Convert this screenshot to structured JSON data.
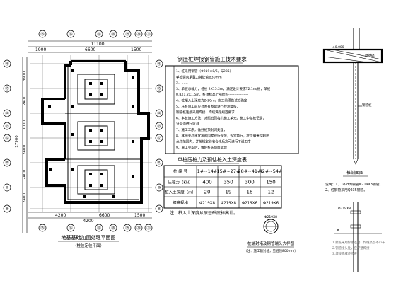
{
  "plan": {
    "dims_top_left": "1900",
    "dims_top_total": "11100",
    "dims_top_right": "1500",
    "dims_top_mid": "6600",
    "dims_bottom_1": "4200",
    "dims_bottom_2": "6600",
    "dims_bottom_3": "1500",
    "dims_bottom_4": "4200",
    "dims_left": [
      "3900",
      "2400",
      "3000",
      "17900",
      "2400",
      "2400",
      "2400"
    ],
    "axis_left": [
      "⑯",
      "⑮",
      "⑭",
      "⑬",
      "⑫",
      "⑪",
      "⑩",
      "⑨"
    ],
    "axis_top": [
      "⑮",
      "⑯",
      "⑰",
      "⑱",
      "⑲",
      "⑳",
      "㉑"
    ],
    "title": "地基基础加固处理平面图",
    "subtitle": "（桩位定位平面）"
  },
  "spec": {
    "title": "钢压桩焊接钢管施工技术要求",
    "lines": [
      "1、桩采用钢管（Φ219×8/6，Q235）",
      "   单桩竖向承载力特征值≥30mm",
      "2、……",
      "3、单桩承载力，桩长 2X15.2m，满足设计要求T2.1m/根，单桩",
      "   0.8X1.2X1.5m，桩顶标高上部结构-----------------",
      "4、桩端入土深度为2-20m，施工前须做试桩确定",
      "5、压桩施工前应对原有基础进行检测复核，",
      "   钢管桩连接采用焊接，焊缝满足规范要求",
      "6、本桩施工方法，对照桩顶每个施工单元，施工中每桩记录，",
      "   对周边进行监测",
      "7、施工工序，做好桩顶封闭处理，",
      "8、其他未尽事宜按照国家现行规范，规定执行，桩位偏差控制在",
      "   允许范围内，并按规定验收合格后方可进行下道工序",
      "9、施工完毕后，做好桩头防腐处理"
    ]
  },
  "table": {
    "title": "单桩压桩力及预估桩入土深度表",
    "headers": [
      "桩  编  号",
      "1#~14#",
      "15#~27#",
      "28#~41#",
      "42#~54#"
    ],
    "rows": [
      {
        "label": "压桩力（KN）",
        "cells": [
          "400",
          "350",
          "300",
          "150"
        ]
      },
      {
        "label": "桩入土深度（m）",
        "cells": [
          "20",
          "19",
          "18",
          "12"
        ]
      },
      {
        "label": "钢管规格",
        "cells": [
          "Φ219X8",
          "Φ219X8",
          "Φ219X6",
          "Φ219X6"
        ]
      }
    ],
    "note": "注：桩入土深度从原基础底标高计。"
  },
  "detail": {
    "pipe_label": "Φ219X8",
    "title": "桩端封堵及钢管端头大样图",
    "subtitle": "（注：施工前对桩，见桩顶800mm）"
  },
  "section": {
    "elev_label": "±0.000",
    "label_1": "原基础",
    "label_2": "钢管桩",
    "title": "桩剖面图",
    "notes": [
      "说明：1、1φ-d为钢管Φ219X8钢管。",
      "      2、桩钢管采用Q235钢管。"
    ]
  },
  "joint": {
    "label_a": "Φ219X8",
    "mark": "A",
    "notes": [
      "1.接桩采用焊接连接，焊缝高度不小于",
      "2.钢管接头处，应平整焊接",
      "3.焊接完成应检查"
    ]
  }
}
